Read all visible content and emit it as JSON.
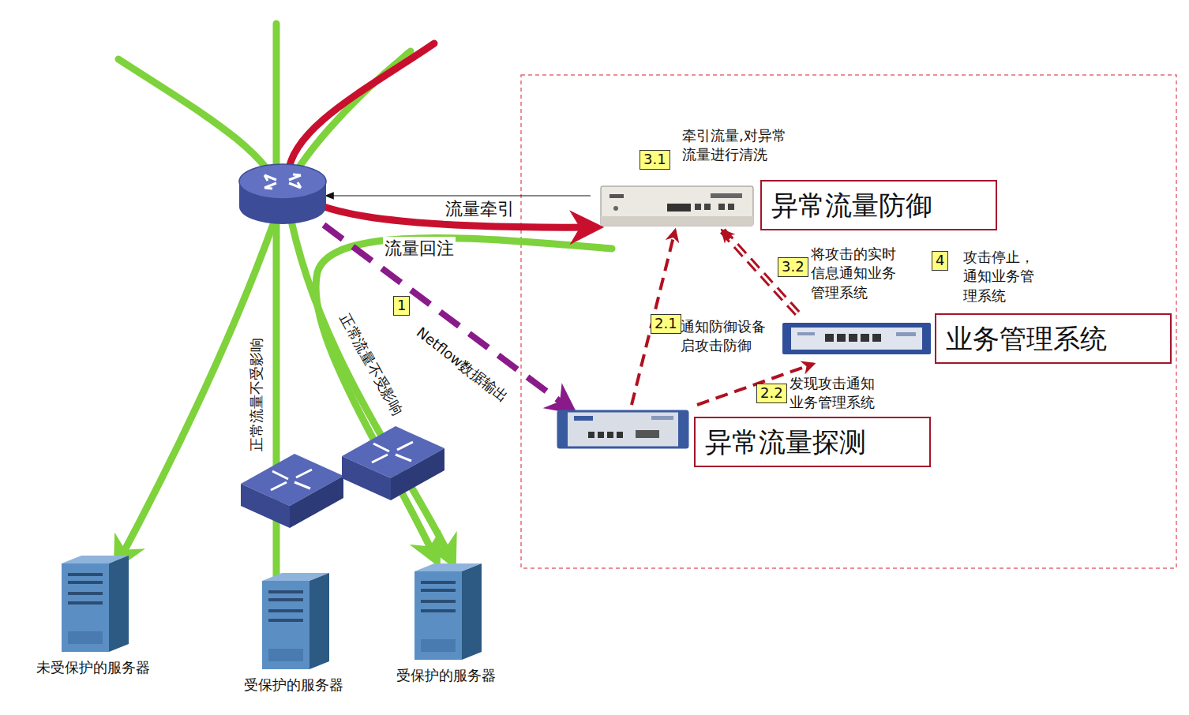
{
  "diagram": {
    "nodes": [
      {
        "text": [
          "异常流量防御"
        ]
      },
      {
        "text": [
          "业务管理系统"
        ]
      },
      {
        "text": [
          "异常流量探测"
        ]
      },
      {
        "text": [
          "未受保护的服务器"
        ]
      },
      {
        "text": [
          "受保护的服务器"
        ]
      },
      {
        "text": [
          "受保护的服务器"
        ]
      }
    ],
    "edges": [
      {
        "from": 2,
        "to": 0,
        "arrow": "to",
        "label": "通知防御设备 启攻击防御"
      },
      {
        "from": 2,
        "to": 1,
        "arrow": "to",
        "label": "发现攻击通知 业务管理系统"
      },
      {
        "from": 1,
        "to": 0,
        "arrow": "to",
        "label": "将攻击的实时 信息通知业务 管理系统"
      }
    ],
    "labels": [
      "牵引流量,对异常 流量进行清洗",
      "3.1",
      "流量牵引",
      "流量回注",
      "3.2",
      "4",
      "攻击停止， 通知业务管 理系统",
      "1",
      "Netflow数据输出",
      "2.1",
      "2.2",
      "正常流量不受影响",
      "正常流量不受影响"
    ]
  }
}
